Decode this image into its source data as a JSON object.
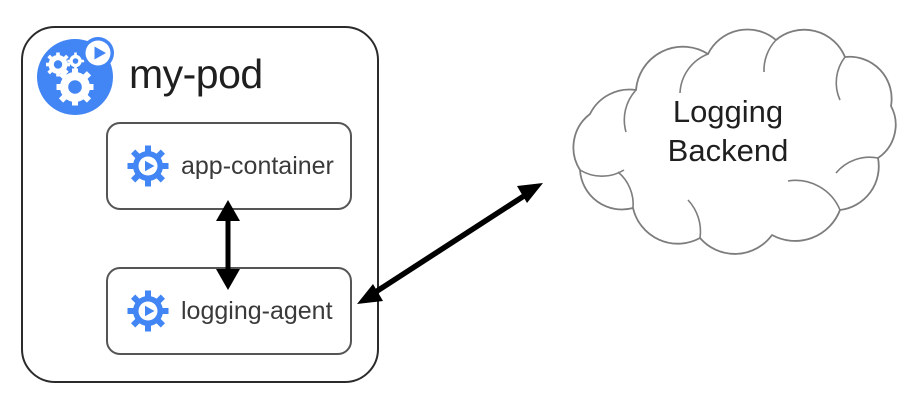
{
  "diagram": {
    "title": "Kubernetes pod with sidecar logging agent",
    "accent_color": "#4285F4",
    "outline_color": "#2b2b2b",
    "container_outline_color": "#555555",
    "cloud_outline_color": "#808080",
    "arrow_color": "#000000",
    "background": "#ffffff"
  },
  "pod": {
    "name": "my-pod",
    "icon": "pod-icon",
    "containers": [
      {
        "label": "app-container",
        "icon": "container-gear-play-icon"
      },
      {
        "label": "logging-agent",
        "icon": "container-gear-play-icon"
      }
    ]
  },
  "cloud": {
    "icon": "cloud-shape",
    "line1": "Logging",
    "line2": "Backend"
  },
  "arrows": [
    {
      "name": "container-to-agent-arrow",
      "direction": "bidirectional",
      "orientation": "vertical"
    },
    {
      "name": "agent-to-backend-arrow",
      "direction": "bidirectional",
      "orientation": "diagonal"
    }
  ]
}
